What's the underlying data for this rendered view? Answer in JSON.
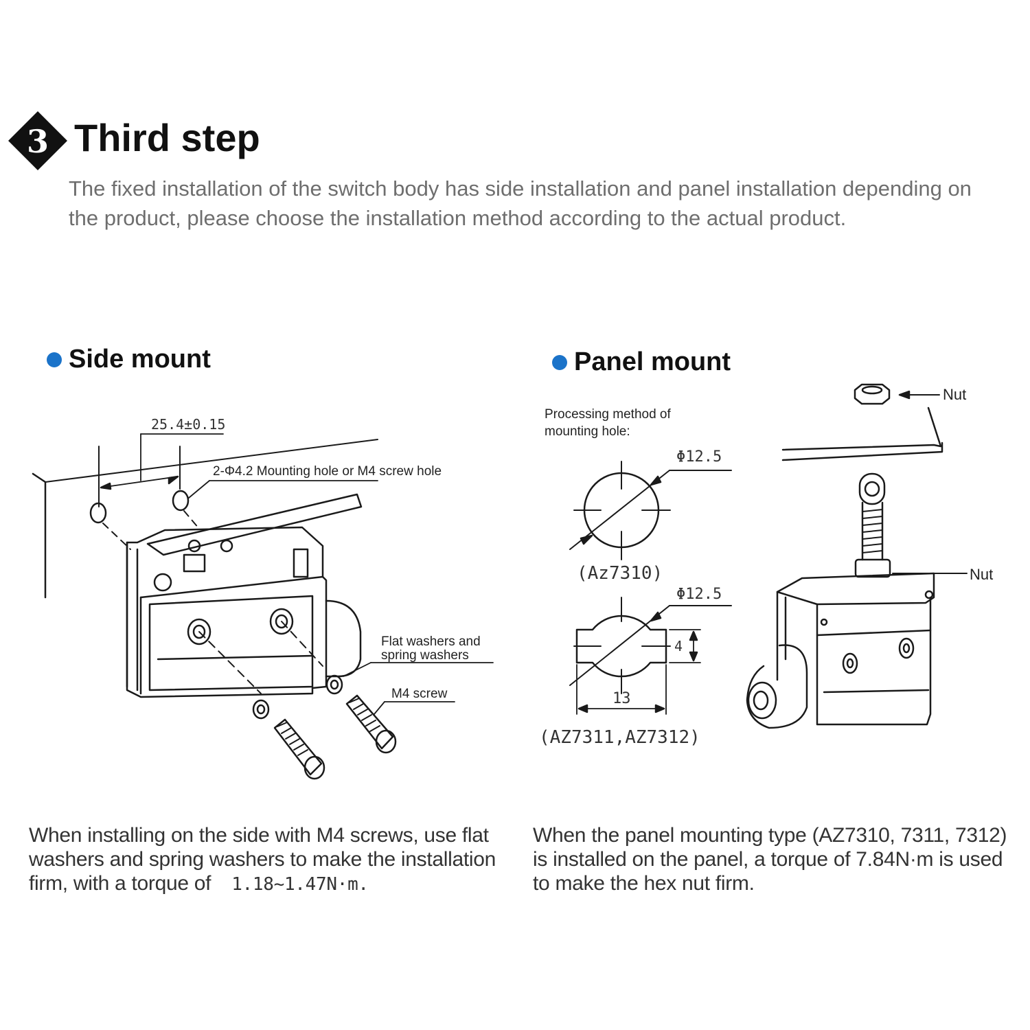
{
  "header": {
    "step_number": "3",
    "title": "Third step",
    "intro": "The fixed installation of the switch body has side installation and panel installation depending on the product, please choose the installation method according to the actual product."
  },
  "side_mount": {
    "title": "Side mount",
    "dimension": "25.4±0.15",
    "hole_label": "2-Φ4.2 Mounting hole or M4 screw hole",
    "washer_label_1": "Flat washers and",
    "washer_label_2": "spring washers",
    "screw_label": "M4 screw",
    "caption": "When installing on the side with M4 screws, use flat washers and spring washers to make the installation firm, with a torque of",
    "torque": "1.18~1.47N·m."
  },
  "panel_mount": {
    "title": "Panel mount",
    "processing_label_1": "Processing method of",
    "processing_label_2": "mounting hole:",
    "diameter_1": "Φ12.5",
    "model_1": "(Az7310)",
    "diameter_2": "Φ12.5",
    "flat_dim": "4",
    "width_dim": "13",
    "model_2": "(AZ7311,AZ7312)",
    "nut_label_top": "Nut",
    "nut_label_side": "Nut",
    "caption": "When the panel mounting type (AZ7310, 7311, 7312) is installed on the panel, a torque of 7.84N·m is used to make the hex nut firm."
  },
  "colors": {
    "accent_dot": "#1b73c9",
    "badge": "#111111",
    "intro_text": "#6e6e6e"
  }
}
